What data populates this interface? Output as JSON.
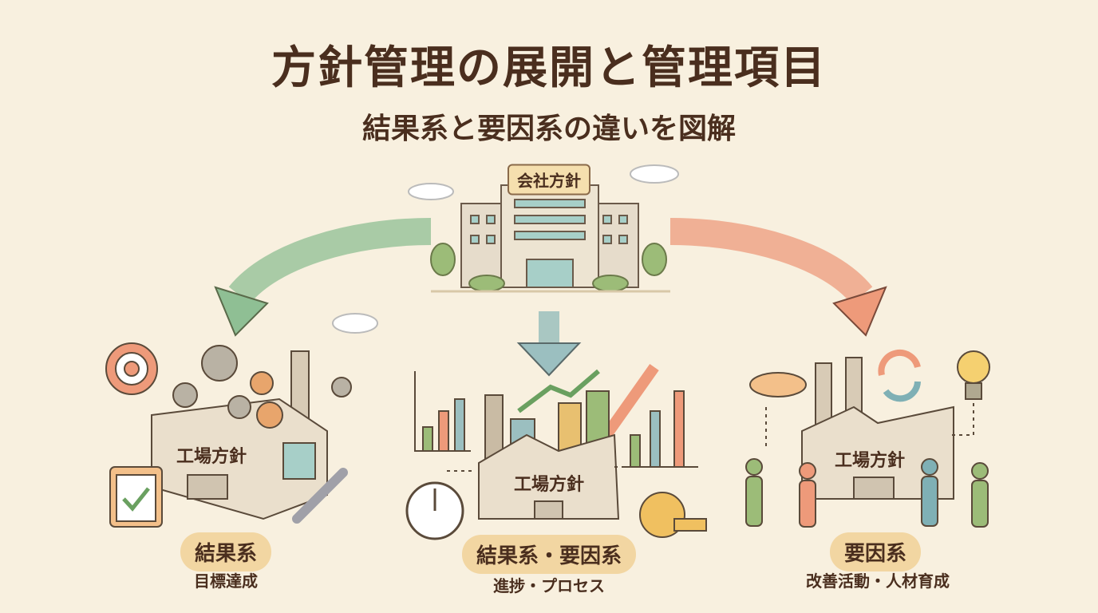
{
  "header": {
    "title": "方針管理の展開と管理項目",
    "subtitle": "結果系と要因系の違いを図解"
  },
  "company": {
    "label": "会社方針"
  },
  "branches": [
    {
      "factory_label": "工場方針",
      "category": "結果系",
      "description": "目標達成",
      "arrow_color": "#9cc4a0"
    },
    {
      "factory_label": "工場方針",
      "category": "結果系・要因系",
      "description": "進捗・プロセス",
      "arrow_color": "#9bbfc0"
    },
    {
      "factory_label": "工場方針",
      "category": "要因系",
      "description": "改善活動・人材育成",
      "arrow_color": "#ee9a7a"
    }
  ],
  "colors": {
    "background": "#f8f0df",
    "text": "#4a2e1e",
    "pill": "#f2d6a2"
  }
}
